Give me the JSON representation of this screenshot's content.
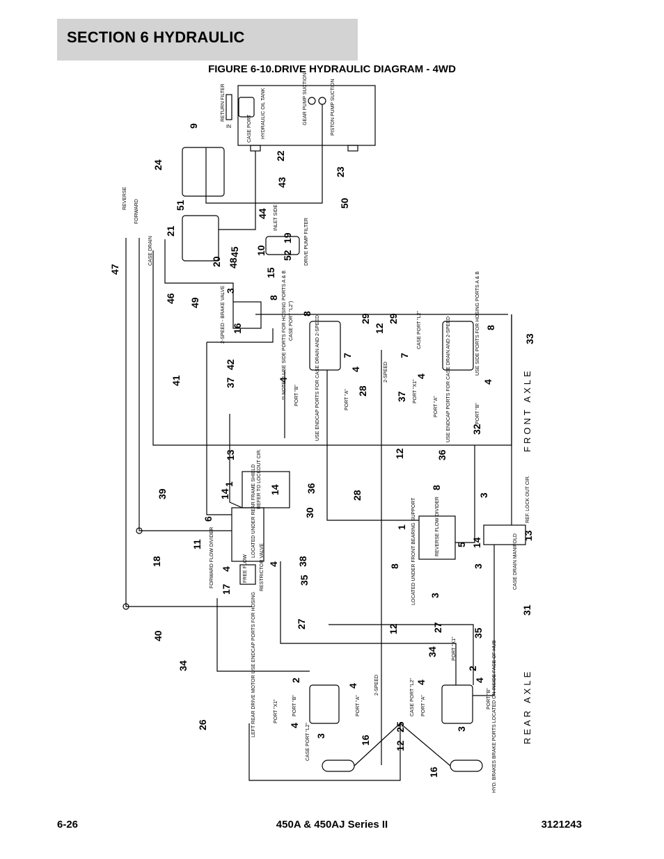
{
  "header": {
    "section_title": "SECTION 6   HYDRAULIC"
  },
  "figure": {
    "title": "FIGURE 6-10.DRIVE HYDRAULIC DIAGRAM - 4WD"
  },
  "footer": {
    "page": "6-26",
    "model": "450A & 450AJ Series II",
    "doc_number": "3121243"
  },
  "labels": {
    "return_filter": "RETURN FILTER",
    "in": "IN",
    "case_port_tank": "CASE PORT",
    "oil_tank": "HYDRAULIC OIL TANK",
    "gear_pump_suction": "GEAR PUMP SUCTION",
    "piston_pump_suction": "PISTON PUMP SUCTION",
    "reverse": "REVERSE",
    "forward": "FORWARD",
    "case_drain": "CASE DRAIN",
    "inlet_side": "INLET SIDE",
    "drive_pump_filter": "DRIVE PUMP FILTER",
    "brake_valve": "2-SPEED - BRAKE VALVE",
    "case_port_l2_front": "CASE PORT \"L2\")",
    "note_side_ports": "** NOTE ** USE SIDE PORTS FOR HOSING PORTS A & B",
    "use_endcap_left": "USE ENDCAP PORTS FOR CASE DRAIN AND 2-SPEED",
    "port_a_left": "PORT \"A\"",
    "port_b_left": "PORT \"B\"",
    "two_speed_mid": "2-SPEED",
    "case_port_l2_right": "CASE PORT \"L2\"",
    "port_x1_right": "PORT \"X1\"",
    "port_a_right": "PORT \"A\"",
    "port_b_right": "PORT \"B\"",
    "use_side_ports_right": "USE SIDE PORTS FOR HOSING PORTS A & B",
    "use_endcap_right": "USE ENDCAP PORTS FOR CASE DRAIN AND 2-SPEED",
    "front_axle": "FRONT AXLE",
    "refer_lockout": "REFER TO LOCKOUT CIR.",
    "ref_lock_out": "REF. LOCK OUT CIR.",
    "located_under_rear_frame": "LOCATED UNDER REAR FRAME SHIELD",
    "forward_flow_divider": "FORWARD FLOW DIVIDER",
    "free_flow": "FREE FLOW",
    "restrictor_valve": "RESTRICTOR VALVE",
    "reverse_flow_divider": "REVERSE FLOW DIVIDER",
    "located_under_front_bearing": "LOCATED UNDER FRONT BEARING SUPPORT",
    "case_drain_manifold": "CASE DRAIN MANIFOLD",
    "left_rear_motor": "LEFT REAR DRIVE MOTOR USE ENDCAP PORTS FOR HOSING",
    "port_x1_lr": "PORT \"X1\"",
    "port_b_lr": "PORT \"B\"",
    "port_a_lr": "PORT \"A\"",
    "case_port_l2_lr": "CASE PORT \"L2\"",
    "two_speed_rear": "2-SPEED",
    "port_x1_rr": "PORT \"X1\"",
    "case_port_l2_rr": "CASE PORT \"L2\"",
    "port_a_rr": "PORT \"A\"",
    "port_b_rr": "PORT \"B\"",
    "rear_axle": "REAR AXLE",
    "hyd_brakes": "HYD. BRAKES BRAKE PORTS LOCATED ON INSIDE FACE OF HUB"
  },
  "callouts": [
    {
      "id": "c9",
      "text": "9"
    },
    {
      "id": "c24",
      "text": "24"
    },
    {
      "id": "c22",
      "text": "22"
    },
    {
      "id": "c43",
      "text": "43"
    },
    {
      "id": "c23",
      "text": "23"
    },
    {
      "id": "c50",
      "text": "50"
    },
    {
      "id": "c51",
      "text": "51"
    },
    {
      "id": "c21",
      "text": "21"
    },
    {
      "id": "c44",
      "text": "44"
    },
    {
      "id": "c19",
      "text": "19"
    },
    {
      "id": "c10",
      "text": "10"
    },
    {
      "id": "c52",
      "text": "52"
    },
    {
      "id": "c20",
      "text": "20"
    },
    {
      "id": "c48",
      "text": "48"
    },
    {
      "id": "c45",
      "text": "45"
    },
    {
      "id": "c47",
      "text": "47"
    },
    {
      "id": "c15",
      "text": "15"
    },
    {
      "id": "c3a",
      "text": "3"
    },
    {
      "id": "c8a",
      "text": "8"
    },
    {
      "id": "c8b",
      "text": "8"
    },
    {
      "id": "c46",
      "text": "46"
    },
    {
      "id": "c49",
      "text": "49"
    },
    {
      "id": "c16a",
      "text": "16"
    },
    {
      "id": "c29a",
      "text": "29"
    },
    {
      "id": "c29b",
      "text": "29"
    },
    {
      "id": "c8c",
      "text": "8"
    },
    {
      "id": "c12a",
      "text": "12"
    },
    {
      "id": "c33",
      "text": "33"
    },
    {
      "id": "c7a",
      "text": "7"
    },
    {
      "id": "c7b",
      "text": "7"
    },
    {
      "id": "c4a",
      "text": "4"
    },
    {
      "id": "c4b",
      "text": "4"
    },
    {
      "id": "c4c",
      "text": "4"
    },
    {
      "id": "c4d",
      "text": "4"
    },
    {
      "id": "c41",
      "text": "41"
    },
    {
      "id": "c37a",
      "text": "37"
    },
    {
      "id": "c42",
      "text": "42"
    },
    {
      "id": "c28a",
      "text": "28"
    },
    {
      "id": "c37b",
      "text": "37"
    },
    {
      "id": "c32",
      "text": "32"
    },
    {
      "id": "c12b",
      "text": "12"
    },
    {
      "id": "c36a",
      "text": "36"
    },
    {
      "id": "c13a",
      "text": "13"
    },
    {
      "id": "c1a",
      "text": "1"
    },
    {
      "id": "c14a",
      "text": "14"
    },
    {
      "id": "c14b",
      "text": "14"
    },
    {
      "id": "c39",
      "text": "39"
    },
    {
      "id": "c36b",
      "text": "36"
    },
    {
      "id": "c28b",
      "text": "28"
    },
    {
      "id": "c8d",
      "text": "8"
    },
    {
      "id": "c3b",
      "text": "3"
    },
    {
      "id": "c6",
      "text": "6"
    },
    {
      "id": "c30",
      "text": "30"
    },
    {
      "id": "c1b",
      "text": "1"
    },
    {
      "id": "c11",
      "text": "11"
    },
    {
      "id": "c38",
      "text": "38"
    },
    {
      "id": "c5",
      "text": "5"
    },
    {
      "id": "c14c",
      "text": "14"
    },
    {
      "id": "c13b",
      "text": "13"
    },
    {
      "id": "c18",
      "text": "18"
    },
    {
      "id": "c4e",
      "text": "4"
    },
    {
      "id": "c4f",
      "text": "4"
    },
    {
      "id": "c8e",
      "text": "8"
    },
    {
      "id": "c3c",
      "text": "3"
    },
    {
      "id": "c17",
      "text": "17"
    },
    {
      "id": "c35a",
      "text": "35"
    },
    {
      "id": "c3d",
      "text": "3"
    },
    {
      "id": "c40",
      "text": "40"
    },
    {
      "id": "c27a",
      "text": "27"
    },
    {
      "id": "c12c",
      "text": "12"
    },
    {
      "id": "c27b",
      "text": "27"
    },
    {
      "id": "c35b",
      "text": "35"
    },
    {
      "id": "c31",
      "text": "31"
    },
    {
      "id": "c34a",
      "text": "34"
    },
    {
      "id": "c34b",
      "text": "34"
    },
    {
      "id": "c2a",
      "text": "2"
    },
    {
      "id": "c4g",
      "text": "4"
    },
    {
      "id": "c2b",
      "text": "2"
    },
    {
      "id": "c4h",
      "text": "4"
    },
    {
      "id": "c4i",
      "text": "4"
    },
    {
      "id": "c4j",
      "text": "4"
    },
    {
      "id": "c26",
      "text": "26"
    },
    {
      "id": "c3e",
      "text": "3"
    },
    {
      "id": "c3f",
      "text": "3"
    },
    {
      "id": "c16b",
      "text": "16"
    },
    {
      "id": "c12d",
      "text": "12"
    },
    {
      "id": "c25",
      "text": "25"
    },
    {
      "id": "c16c",
      "text": "16"
    }
  ]
}
